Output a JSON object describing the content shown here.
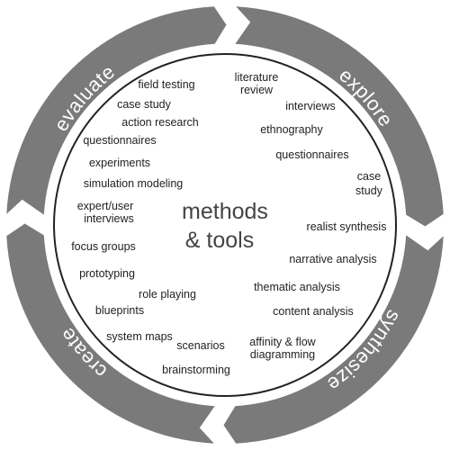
{
  "colors": {
    "ring": "#7a7a7a",
    "inner_circle_stroke": "#222222",
    "text": "#222222",
    "title": "#444444",
    "background": "#ffffff"
  },
  "ring_labels": {
    "explore": "explore",
    "synthesize": "synthesize",
    "create": "create",
    "evaluate": "evaluate"
  },
  "center": {
    "title_line1": "methods",
    "title_line2": "& tools"
  },
  "methods": {
    "evaluate": [
      "field testing",
      "case study",
      "action research",
      "questionnaires",
      "experiments",
      "simulation modeling",
      "expert/user",
      "interviews"
    ],
    "explore": [
      "literature",
      "review",
      "interviews",
      "ethnography",
      "questionnaires",
      "case",
      "study",
      "realist synthesis"
    ],
    "synthesize": [
      "narrative analysis",
      "thematic analysis",
      "content analysis",
      "affinity & flow",
      "diagramming"
    ],
    "create": [
      "focus groups",
      "prototyping",
      "role playing",
      "blueprints",
      "system maps",
      "scenarios",
      "brainstorming"
    ]
  }
}
